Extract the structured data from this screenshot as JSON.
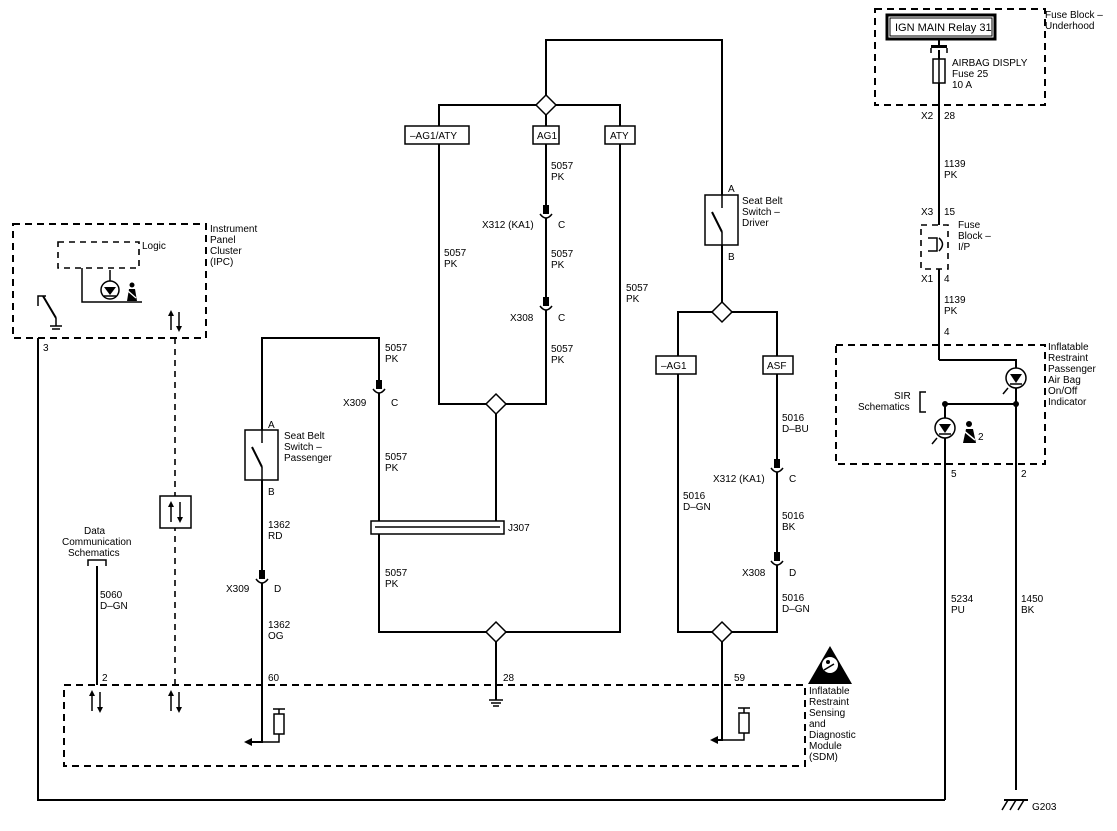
{
  "title": "",
  "modules": {
    "fuse_block_underhood": [
      "Fuse Block –",
      "Underhood"
    ],
    "ipc": [
      "Instrument",
      "Panel",
      "Cluster",
      "(IPC)"
    ],
    "logic": "Logic",
    "sdm": [
      "Inflatable",
      "Restraint",
      "Sensing",
      "and",
      "Diagnostic",
      "Module",
      "(SDM)"
    ],
    "pass_indicator": [
      "Inflatable",
      "Restraint",
      "Passenger",
      "Air Bag",
      "On/Off",
      "Indicator"
    ]
  },
  "relay": "IGN MAIN Relay 31",
  "fuse": [
    "AIRBAG DISPLY",
    "Fuse 25",
    "10 A"
  ],
  "fuse_ip": [
    "Fuse",
    "Block –",
    "I/P"
  ],
  "switches": {
    "driver": [
      "Seat Belt",
      "Switch –",
      "Driver"
    ],
    "passenger": [
      "Seat Belt",
      "Switch –",
      "Passenger"
    ]
  },
  "option_codes": [
    "–AG1/ATY",
    "AG1",
    "ATY",
    "–AG1",
    "ASF"
  ],
  "wires": [
    {
      "circuit": "5057",
      "color": "PK"
    },
    {
      "circuit": "1139",
      "color": "PK"
    },
    {
      "circuit": "1362",
      "color": "RD"
    },
    {
      "circuit": "1362",
      "color": "OG"
    },
    {
      "circuit": "5016",
      "color": "D–BU"
    },
    {
      "circuit": "5016",
      "color": "BK"
    },
    {
      "circuit": "5016",
      "color": "D–GN"
    },
    {
      "circuit": "5060",
      "color": "D–GN"
    },
    {
      "circuit": "5234",
      "color": "PU"
    },
    {
      "circuit": "1450",
      "color": "BK"
    }
  ],
  "connectors": [
    "X2",
    "X3",
    "X1",
    "X312 (KA1)",
    "X308",
    "X309",
    "J307"
  ],
  "pins": [
    "A",
    "B",
    "C",
    "D",
    "2",
    "3",
    "4",
    "5",
    "15",
    "28",
    "59",
    "60"
  ],
  "references": {
    "data_comm": [
      "Data",
      "Communication",
      "Schematics"
    ],
    "sir": [
      "SIR",
      "Schematics"
    ]
  },
  "ground": "G203"
}
